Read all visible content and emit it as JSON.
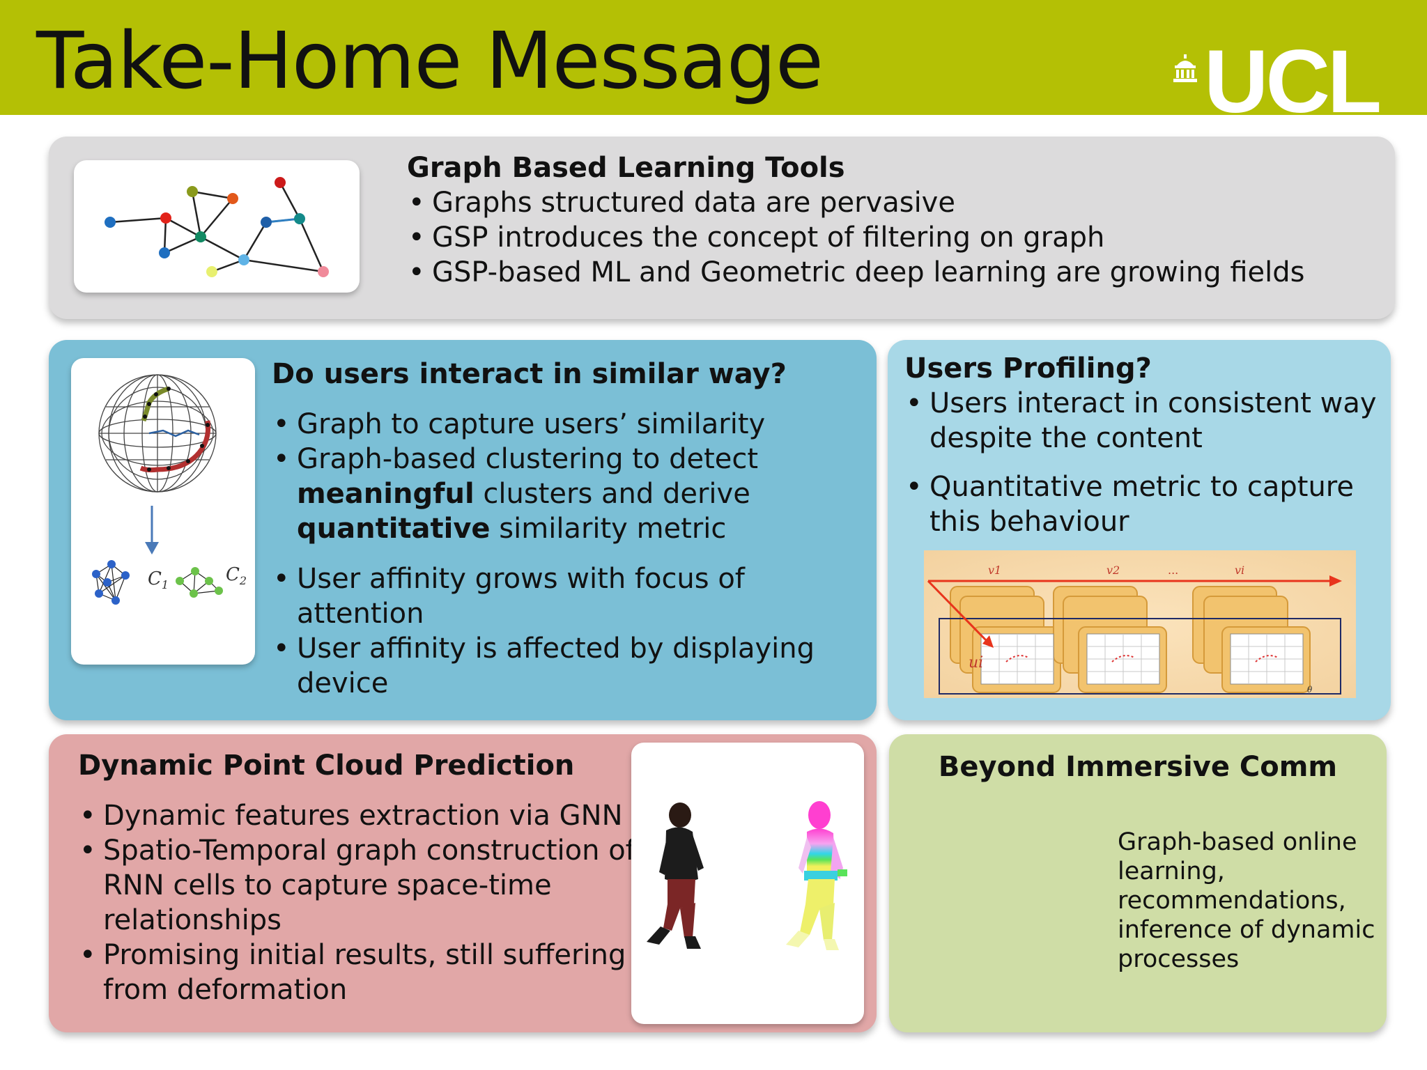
{
  "header": {
    "title": "Take-Home Message",
    "logo_text": "UCL",
    "bg_color": "#b4c005"
  },
  "graph_tools": {
    "heading": "Graph Based Learning Tools",
    "bullets": [
      "Graphs structured data are pervasive",
      "GSP introduces the concept of filtering on graph",
      "GSP-based ML and Geometric deep learning are growing fields"
    ]
  },
  "users_interact": {
    "heading": "Do users interact in similar way?",
    "b1": "Graph to capture users’ similarity",
    "b2_part1": "Graph-based clustering to detect",
    "b2_bold1": "meaningful",
    "b2_part2": "clusters and derive",
    "b2_bold2": "quantitative",
    "b2_part3": "similarity metric",
    "b3": "User affinity grows with focus of attention",
    "b4": "User affinity is affected by displaying device",
    "cluster_label_1": "C",
    "cluster_sub_1": "1",
    "cluster_label_2": "C",
    "cluster_sub_2": "2",
    "bg_color": "#7bbfd6"
  },
  "users_profiling": {
    "heading": "Users Profiling?",
    "b1": "Users interact in consistent way despite the content",
    "b2": "Quantitative metric to capture this behaviour",
    "diagram_labels": [
      "v1",
      "v2",
      "...",
      "vi",
      "ui",
      "θ"
    ],
    "bg_color": "#a8d8e7"
  },
  "point_cloud": {
    "heading": "Dynamic Point Cloud Prediction",
    "bullets": [
      "Dynamic features extraction via GNN",
      "Spatio-Temporal graph construction of RNN cells to capture space-time relationships",
      "Promising initial results, still suffering from deformation"
    ],
    "bg_color": "#e1a7a7"
  },
  "beyond": {
    "heading": "Beyond Immersive Comm",
    "text": "Graph-based online learning, recommendations, inference of dynamic processes",
    "bg_color": "#cfdda6"
  }
}
